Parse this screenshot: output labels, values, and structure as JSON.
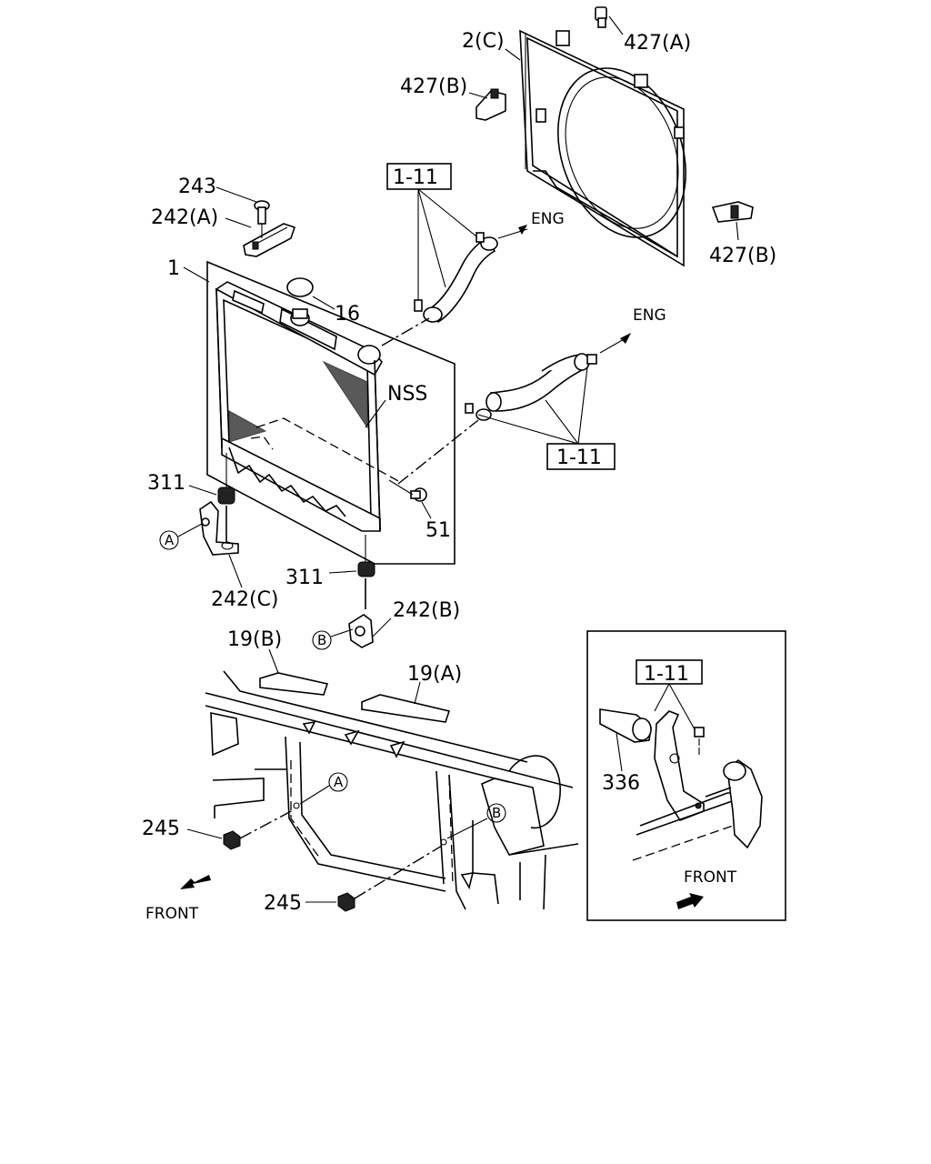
{
  "labels": {
    "shroud": "2(C)",
    "clip_a": "427(A)",
    "clip_b_top": "427(B)",
    "clip_b_right": "427(B)",
    "bolt_243": "243",
    "bracket_242a": "242(A)",
    "radiator": "1",
    "cap": "16",
    "nss": "NSS",
    "ref_upper_hose": "1-11",
    "eng_upper": "ENG",
    "eng_lower": "ENG",
    "ref_lower_hose": "1-11",
    "mount_311_left": "311",
    "mount_311_right": "311",
    "bolt_51": "51",
    "bracket_242c": "242(C)",
    "bracket_242b": "242(B)",
    "circle_a_left": "A",
    "circle_b_left": "B",
    "seal_19b": "19(B)",
    "seal_19a": "19(A)",
    "circle_a_frame": "A",
    "circle_b_frame": "B",
    "nut_245_left": "245",
    "nut_245_bottom": "245",
    "front_left": "FRONT",
    "inset_ref": "1-11",
    "inset_part": "336",
    "front_inset": "FRONT"
  }
}
